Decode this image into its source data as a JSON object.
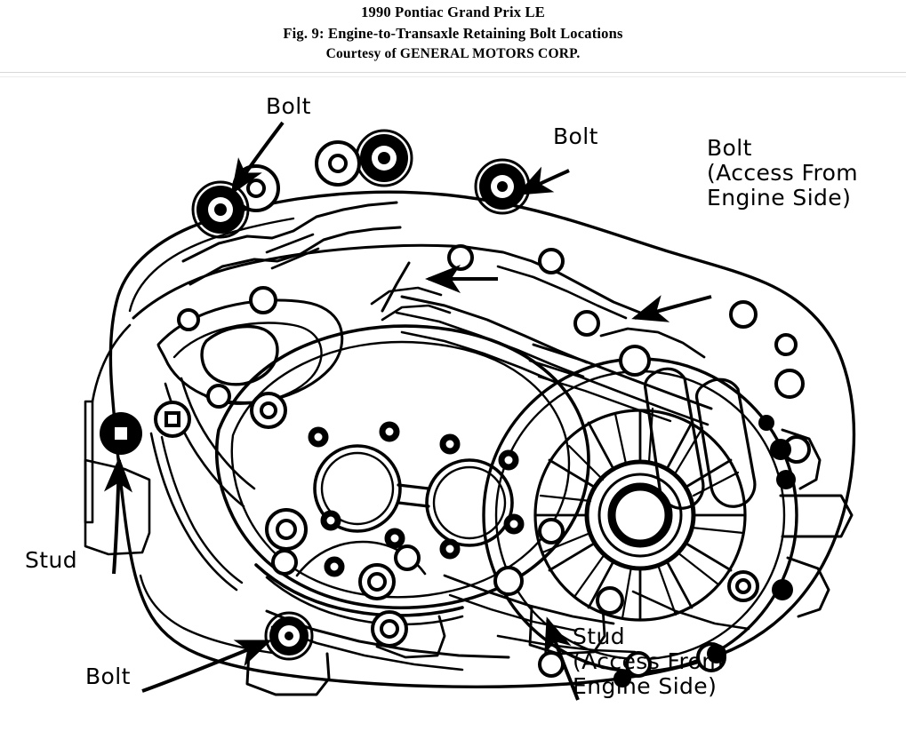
{
  "document": {
    "title_line_1": "1990 Pontiac Grand Prix LE",
    "title_line_2": "Fig. 9: Engine-to-Transaxle Retaining Bolt Locations",
    "title_line_3": "Courtesy of GENERAL MOTORS CORP."
  },
  "figure": {
    "description": "Line drawing of engine-to-transaxle mating face showing retaining bolt and stud locations",
    "background_color": "#ffffff",
    "line_color": "#000000",
    "rule_color": "#d8d8d8",
    "callouts": [
      {
        "id": "bolt-top-left",
        "lines": [
          "Bolt"
        ],
        "target": "upper-left bolt boss"
      },
      {
        "id": "bolt-top-middle",
        "lines": [
          "Bolt"
        ],
        "target": "upper-middle bolt boss"
      },
      {
        "id": "bolt-access-engine-side",
        "lines": [
          "Bolt",
          "(Access From",
          "Engine Side)"
        ],
        "target": "bolt behind bell housing"
      },
      {
        "id": "stud-left",
        "lines": [
          "Stud"
        ],
        "target": "left-side stud boss"
      },
      {
        "id": "bolt-bottom-left",
        "lines": [
          "Bolt"
        ],
        "target": "lower-left bolt boss"
      },
      {
        "id": "stud-access-engine-side",
        "lines": [
          "Stud",
          "(Access From",
          "Engine Side)"
        ],
        "target": "lower-center stud"
      }
    ]
  }
}
